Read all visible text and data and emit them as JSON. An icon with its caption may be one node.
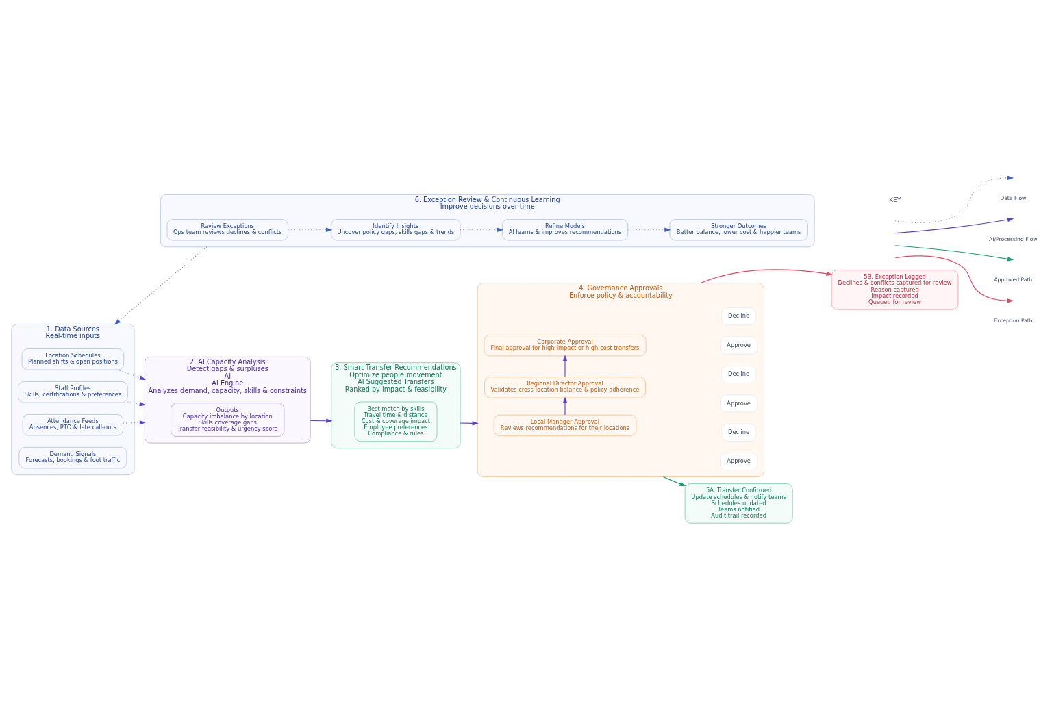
{
  "diagram": {
    "nodes": [
      {
        "text": [
          "1. Data Sources",
          "Real-time inputs"
        ]
      },
      {
        "text": [
          "Location Schedules",
          "Planned shifts & open positions"
        ],
        "in": 0
      },
      {
        "text": [
          "Staff Profiles",
          "Skills, certifications & preferences"
        ],
        "in": 0
      },
      {
        "text": [
          "Attendance Feeds",
          "Absences, PTO & late call-outs"
        ],
        "in": 0
      },
      {
        "text": [
          "Demand Signals",
          "Forecasts, bookings & foot traffic"
        ],
        "in": 0
      },
      {
        "text": [
          "2. AI Capacity Analysis",
          "Detect gaps & surpluses",
          "AI",
          "AI Engine",
          "Analyzes demand, capacity, skills & constraints"
        ]
      },
      {
        "text": [
          "Outputs",
          "Capacity imbalance by location",
          "Skills coverage gaps",
          "Transfer feasibility & urgency score"
        ],
        "in": 5
      },
      {
        "text": [
          "3. Smart Transfer Recommendations",
          "Optimize people movement",
          "AI Suggested Transfers",
          "Ranked by impact & feasibility"
        ]
      },
      {
        "text": [
          "Best match by skills",
          "Travel time & distance",
          "Cost & coverage impact",
          "Employee preferences",
          "Compliance & rules"
        ],
        "in": 7
      },
      {
        "text": [
          "4. Governance Approvals",
          "Enforce policy & accountability"
        ]
      },
      {
        "text": [
          "Local Manager Approval",
          "Reviews recommendations for their locations"
        ],
        "in": 9
      },
      {
        "text": [
          "Approve"
        ],
        "in": 9
      },
      {
        "text": [
          "Decline"
        ],
        "in": 9
      },
      {
        "text": [
          "Regional Director Approval",
          "Validates cross-location balance & policy adherence"
        ],
        "in": 9
      },
      {
        "text": [
          "Approve"
        ],
        "in": 9
      },
      {
        "text": [
          "Decline"
        ],
        "in": 9
      },
      {
        "text": [
          "Corporate Approval",
          "Final approval for high-impact or high-cost transfers"
        ],
        "in": 9
      },
      {
        "text": [
          "Approve"
        ],
        "in": 9
      },
      {
        "text": [
          "Decline"
        ],
        "in": 9
      },
      {
        "text": [
          "5A. Transfer Confirmed",
          "Update schedules & notify teams",
          "Schedules updated",
          "Teams notified",
          "Audit trail recorded"
        ]
      },
      {
        "text": [
          "5B. Exception Logged",
          "Declines & conflicts captured for review",
          "Reason captured",
          "Impact recorded",
          "Queued for review"
        ]
      },
      {
        "text": [
          "6. Exception Review & Continuous Learning",
          "Improve decisions over time"
        ]
      },
      {
        "text": [
          "Review Exceptions",
          "Ops team reviews declines & conflicts"
        ],
        "in": 21
      },
      {
        "text": [
          "Identify Insights",
          "Uncover policy gaps, skills gaps & trends"
        ],
        "in": 21
      },
      {
        "text": [
          "Refine Models",
          "AI learns & improves recommendations"
        ],
        "in": 21
      },
      {
        "text": [
          "Stronger Outcomes",
          "Better balance, lower cost & happier teams"
        ],
        "in": 21
      }
    ],
    "edges": [
      {
        "from": 1,
        "to": 5,
        "arrow": "to",
        "style": "dashed"
      },
      {
        "from": 2,
        "to": 5,
        "arrow": "to",
        "style": "dashed"
      },
      {
        "from": 3,
        "to": 5,
        "arrow": "to",
        "style": "dashed"
      },
      {
        "from": 5,
        "to": 7,
        "arrow": "to"
      },
      {
        "from": 7,
        "to": 9,
        "arrow": "to"
      },
      {
        "from": 10,
        "to": 13,
        "arrow": "to"
      },
      {
        "from": 13,
        "to": 16,
        "arrow": "to"
      },
      {
        "from": 9,
        "to": 19,
        "arrow": "to",
        "color": "#1a9e6e"
      },
      {
        "from": 9,
        "to": 20,
        "arrow": "to",
        "color": "#e8475f"
      },
      {
        "from": 21,
        "to": 0,
        "arrow": "to",
        "style": "dashed",
        "color": "#3b5fd0"
      },
      {
        "from": 22,
        "to": 23,
        "arrow": "to",
        "style": "dashed",
        "color": "#3b5fd0"
      },
      {
        "from": 23,
        "to": 24,
        "arrow": "to",
        "style": "dashed",
        "color": "#3b5fd0"
      },
      {
        "from": 24,
        "to": 25,
        "arrow": "to",
        "style": "dashed",
        "color": "#3b5fd0"
      }
    ],
    "labels": [
      "KEY"
    ],
    "legend": [
      {
        "text": "Data Flow"
      },
      {
        "text": "AI/Processing Flow"
      },
      {
        "text": "Approved Path"
      },
      {
        "text": "Exception Path"
      }
    ]
  }
}
